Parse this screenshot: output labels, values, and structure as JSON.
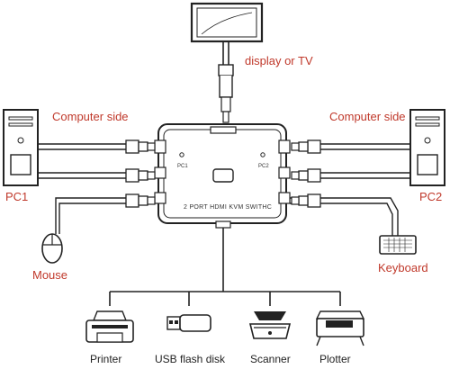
{
  "labels": {
    "display": "display or  TV",
    "computer_side_left": "Computer side",
    "computer_side_right": "Computer side",
    "pc1": "PC1",
    "pc2": "PC2",
    "mouse": "Mouse",
    "keyboard": "Keyboard",
    "switch_name": "2 PORT HDMI KVM SWITHC",
    "switch_pc1": "PC1",
    "switch_pc2": "PC2"
  },
  "devices": [
    {
      "key": "printer",
      "label": "Printer"
    },
    {
      "key": "usb",
      "label": "USB flash disk"
    },
    {
      "key": "scanner",
      "label": "Scanner"
    },
    {
      "key": "plotter",
      "label": "Plotter"
    }
  ],
  "colors": {
    "label_accent": "#c0392b",
    "line": "#222222"
  }
}
